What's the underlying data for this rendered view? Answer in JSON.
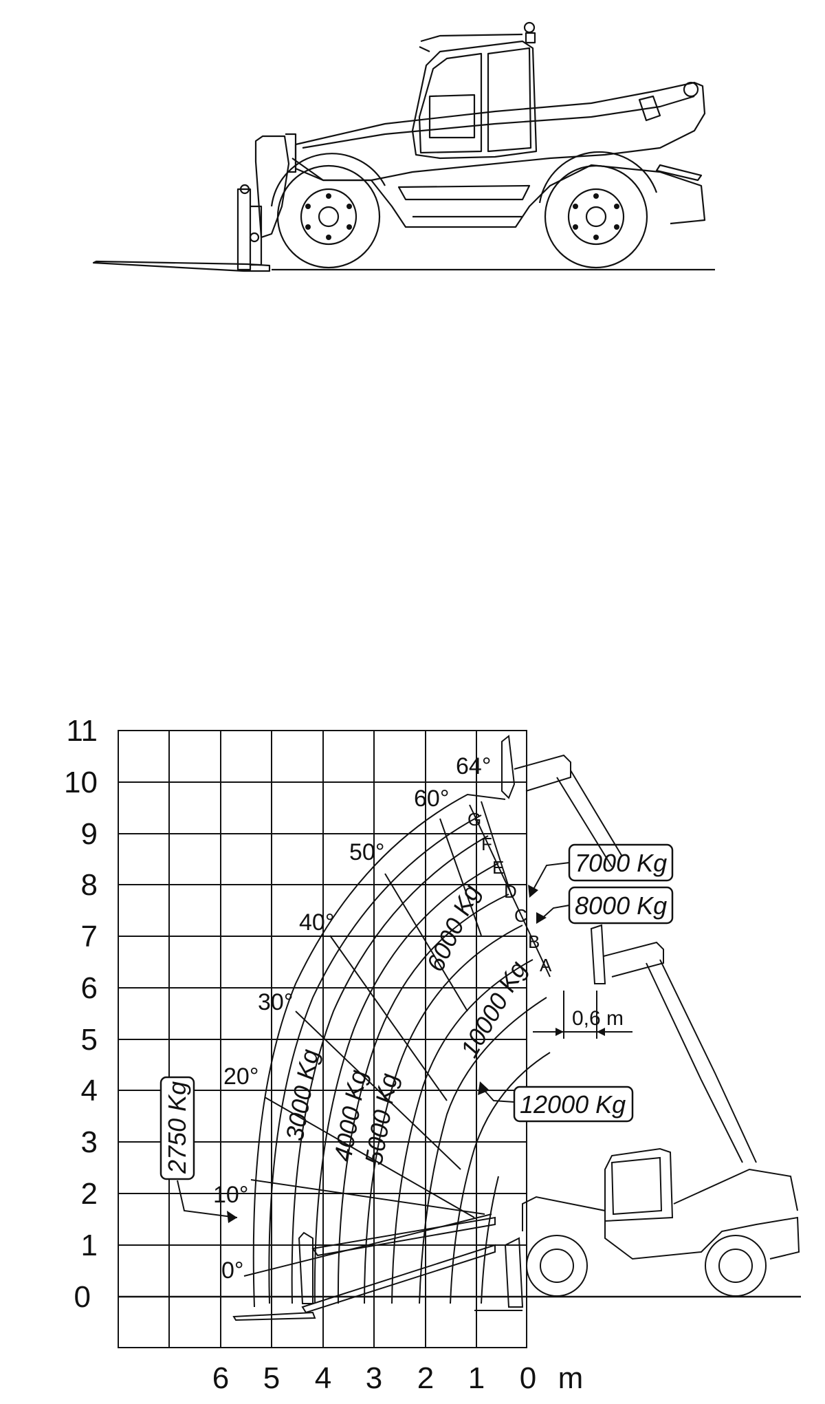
{
  "x_axis": {
    "ticks": [
      "6",
      "5",
      "4",
      "3",
      "2",
      "1",
      "0"
    ],
    "unit": "m"
  },
  "y_axis": {
    "ticks": [
      "0",
      "1",
      "2",
      "3",
      "4",
      "5",
      "6",
      "7",
      "8",
      "9",
      "10",
      "11"
    ]
  },
  "angles": [
    "0°",
    "10°",
    "20°",
    "30°",
    "40°",
    "50°",
    "60°",
    "64°"
  ],
  "points": [
    "G",
    "F",
    "E",
    "D",
    "C",
    "B",
    "A"
  ],
  "capacities": {
    "c2750": "2750 Kg",
    "c3000": "3000 Kg",
    "c4000": "4000 Kg",
    "c5000": "5000 Kg",
    "c6000": "6000 Kg",
    "c10000": "10000 Kg",
    "c12000": "12000 Kg",
    "c7000": "7000 Kg",
    "c8000": "8000 Kg"
  },
  "dimension": "0,6 m"
}
